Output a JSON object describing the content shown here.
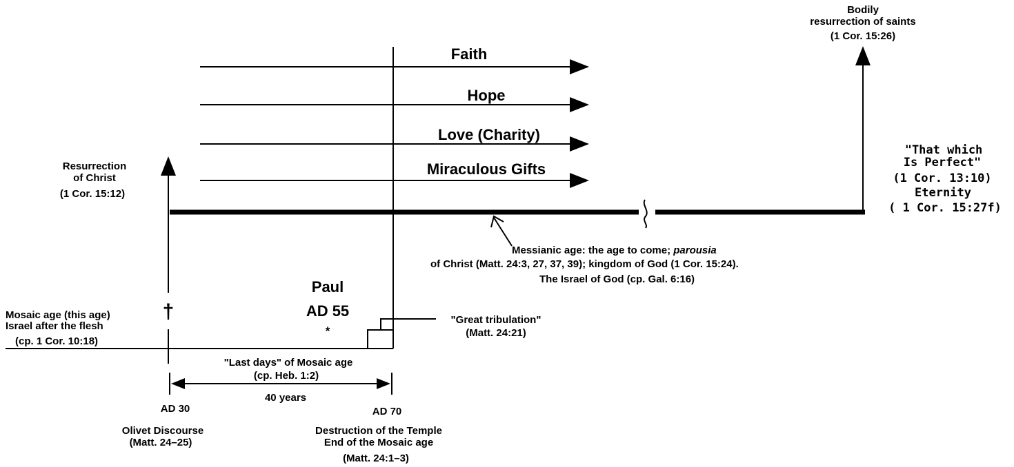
{
  "diagram": {
    "streams": [
      {
        "id": "faith",
        "label": "Faith"
      },
      {
        "id": "hope",
        "label": "Hope"
      },
      {
        "id": "love",
        "label": "Love (Charity)"
      },
      {
        "id": "gifts",
        "label": "Miraculous Gifts"
      }
    ],
    "bodily_resurrection": {
      "line1": "Bodily",
      "line2": "resurrection of saints",
      "ref": "(1 Cor. 15:26)"
    },
    "perfect": {
      "line1": "\"That which",
      "line2": "Is Perfect\"",
      "ref": "(1 Cor. 13:10)",
      "eternity": "Eternity",
      "eternity_ref": "( 1 Cor. 15:27f)"
    },
    "resurrection_christ": {
      "line1": "Resurrection",
      "line2": "of Christ",
      "ref": "(1 Cor. 15:12)"
    },
    "messianic": {
      "line1_pre": "Messianic age: the age to come; ",
      "line1_italic": "parousia",
      "line2": "of Christ (Matt. 24:3, 27, 37, 39); kingdom of God (1 Cor. 15:24).",
      "line3": "The Israel of God (cp. Gal. 6:16)"
    },
    "paul": {
      "name": "Paul",
      "date": "AD 55",
      "mark": "*"
    },
    "cross_symbol": "†",
    "mosaic": {
      "line1": "Mosaic age (this age)",
      "line2": "Israel after the flesh",
      "ref": "(cp. 1 Cor. 10:18)"
    },
    "tribulation": {
      "label": "\"Great tribulation\"",
      "ref": "(Matt. 24:21)"
    },
    "last_days": {
      "label": "\"Last days\" of Mosaic age",
      "ref": "(cp. Heb. 1:2)",
      "span": "40 years"
    },
    "ad30": {
      "date": "AD 30",
      "line1": "Olivet Discourse",
      "line2": "(Matt. 24–25)"
    },
    "ad70": {
      "date": "AD 70",
      "line1": "Destruction of the Temple",
      "line2": "End of the Mosaic age",
      "line3": "(Matt. 24:1–3)"
    }
  }
}
